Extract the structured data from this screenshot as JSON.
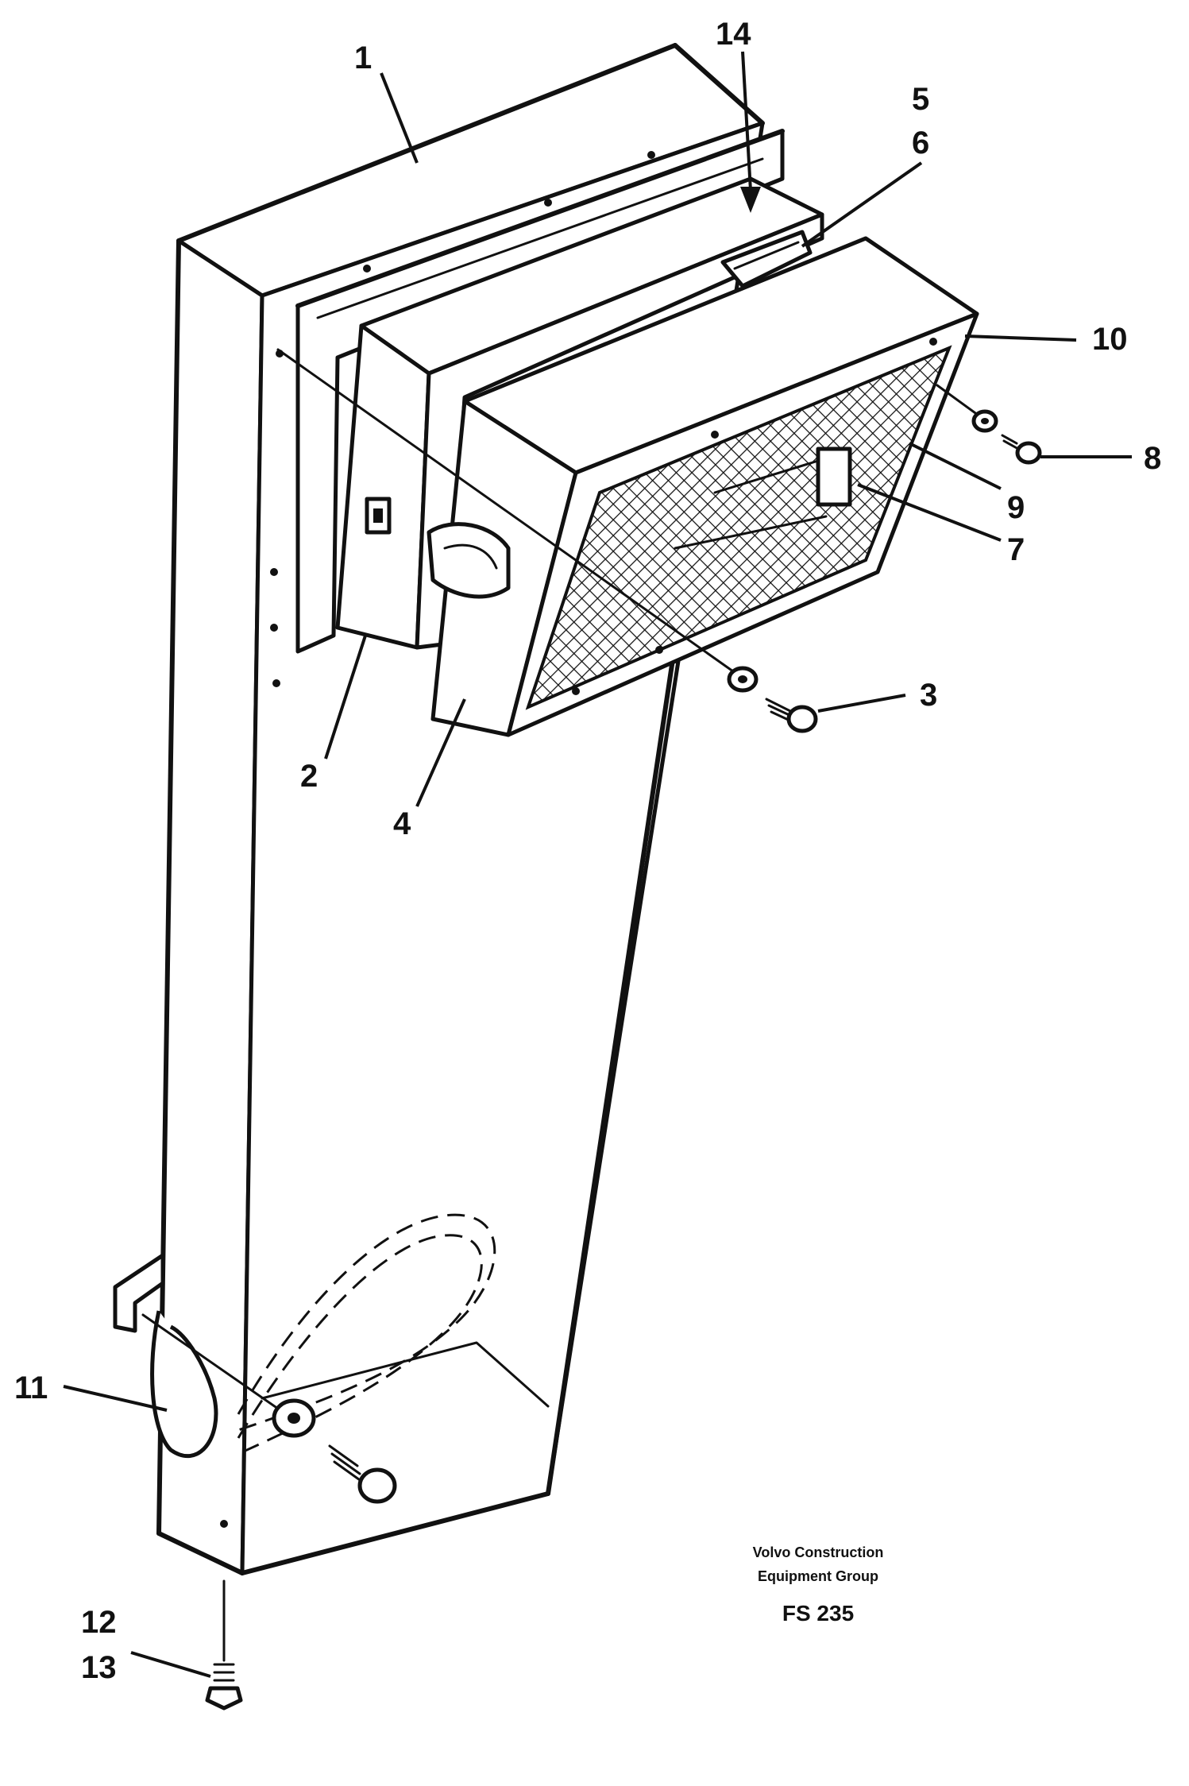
{
  "callouts": {
    "c1": "1",
    "c2": "2",
    "c3": "3",
    "c4": "4",
    "c5": "5",
    "c6": "6",
    "c7": "7",
    "c8": "8",
    "c9": "9",
    "c10": "10",
    "c11": "11",
    "c12": "12",
    "c13": "13",
    "c14": "14"
  },
  "footer": {
    "company_line1": "Volvo Construction",
    "company_line2": "Equipment Group",
    "code": "FS 235"
  }
}
